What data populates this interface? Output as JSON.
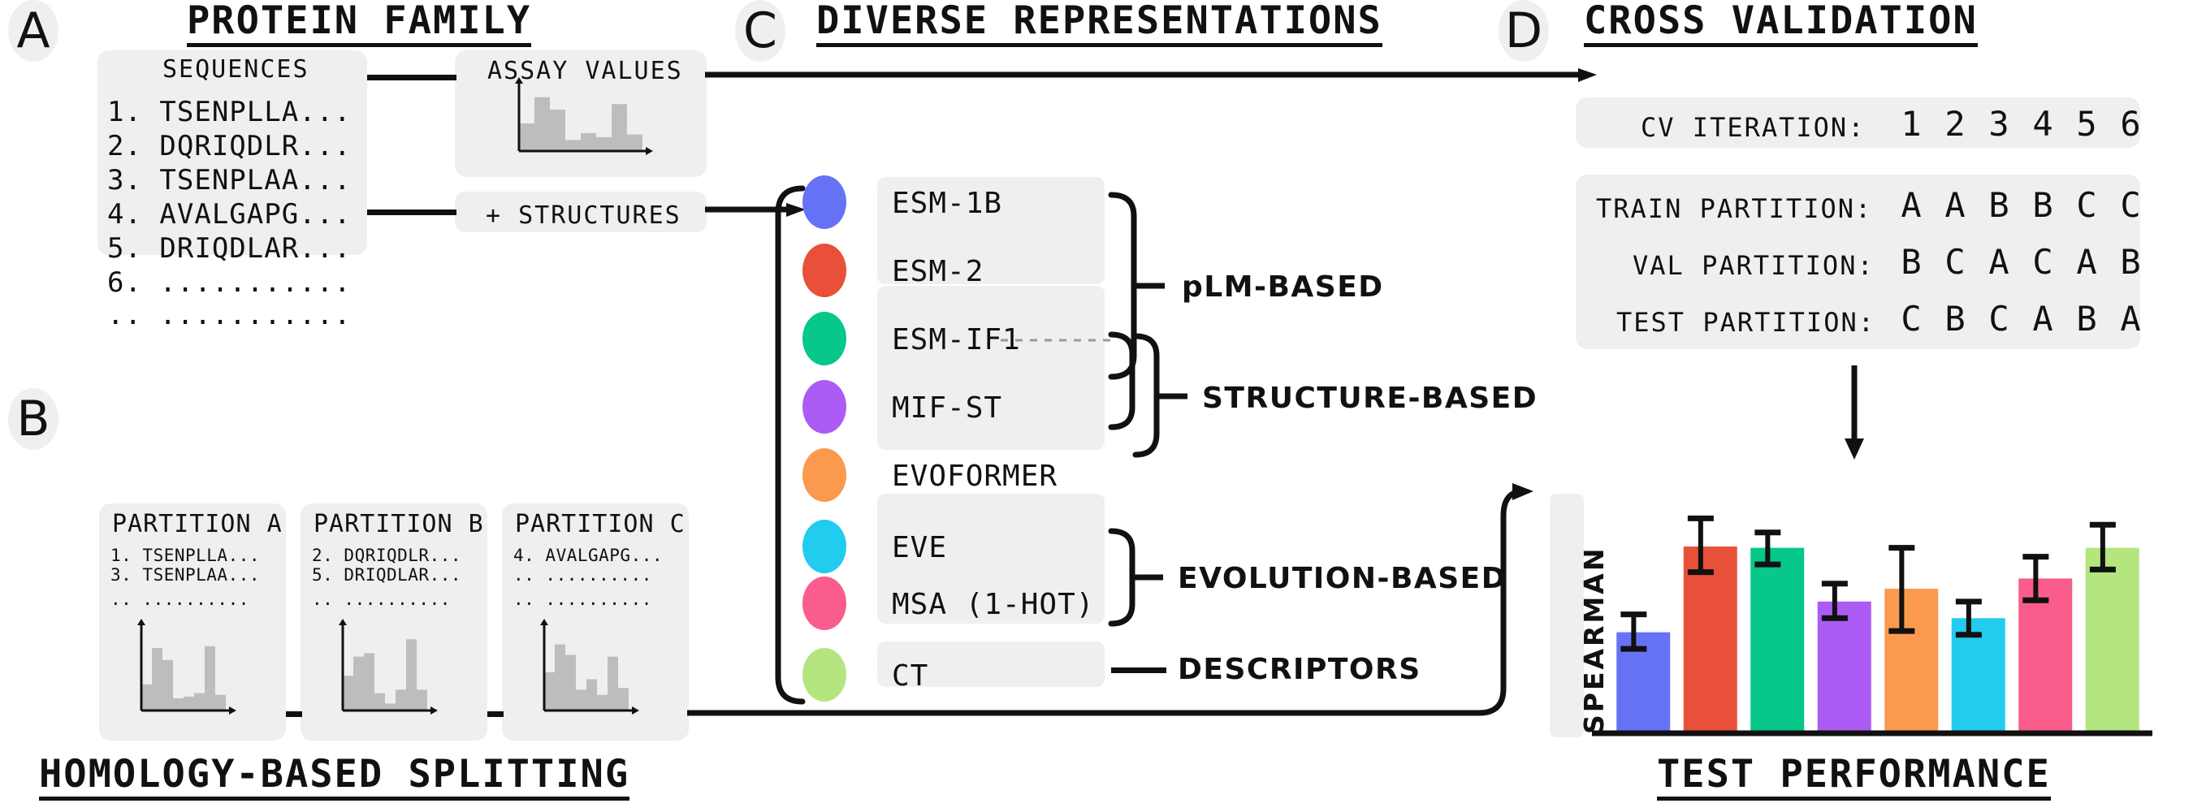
{
  "panels": {
    "a": {
      "badge": "A",
      "heading": "PROTEIN FAMILY"
    },
    "b": {
      "badge": "B",
      "caption": "HOMOLOGY-BASED SPLITTING"
    },
    "c": {
      "badge": "C",
      "heading": "DIVERSE REPRESENTATIONS"
    },
    "d": {
      "badge": "D",
      "heading": "CROSS VALIDATION",
      "caption": "TEST PERFORMANCE"
    }
  },
  "sequences_card": {
    "title": "SEQUENCES",
    "lines": [
      "1. TSENPLLA...",
      "2. DQRIQDLR...",
      "3. TSENPLAA...",
      "4. AVALGAPG...",
      "5. DRIQDLAR...",
      "6. ...........",
      ".. ..........."
    ]
  },
  "assay_card": {
    "title": "ASSAY VALUES"
  },
  "structures_card": {
    "label": "+ STRUCTURES"
  },
  "partitions": [
    {
      "title": "PARTITION A",
      "lines": [
        "1. TSENPLLA...",
        "3. TSENPLAA...",
        ".. .........."
      ],
      "hist": [
        30,
        72,
        58,
        14,
        16,
        20,
        74,
        18
      ]
    },
    {
      "title": "PARTITION B",
      "lines": [
        "2. DQRIQDLR...",
        "5. DRIQDLAR...",
        ".. .........."
      ],
      "hist": [
        40,
        62,
        66,
        20,
        8,
        24,
        82,
        24
      ]
    },
    {
      "title": "PARTITION C",
      "lines": [
        "4. AVALGAPG...",
        ".. ..........",
        ".. .........."
      ],
      "hist": [
        44,
        76,
        64,
        24,
        36,
        18,
        62,
        26
      ]
    }
  ],
  "assay_hist": [
    40,
    78,
    60,
    16,
    26,
    20,
    68,
    24
  ],
  "representations": [
    {
      "label": "ESM-1B",
      "color": "#6672F5"
    },
    {
      "label": "ESM-2",
      "color": "#E8503A"
    },
    {
      "label": "ESM-IF1",
      "color": "#07C78B"
    },
    {
      "label": "MIF-ST",
      "color": "#AC5BF5"
    },
    {
      "label": "EVOFORMER",
      "color": "#FB9A4E"
    },
    {
      "label": "EVE",
      "color": "#22CCEE"
    },
    {
      "label": "MSA (1-HOT)",
      "color": "#FA5C8C"
    },
    {
      "label": "CT",
      "color": "#B5E57F"
    }
  ],
  "representation_groups": [
    {
      "label": "pLM-BASED"
    },
    {
      "label": "STRUCTURE-BASED"
    },
    {
      "label": "EVOLUTION-BASED"
    },
    {
      "label": "DESCRIPTORS"
    }
  ],
  "cv_table": {
    "rows": [
      {
        "label": "CV ITERATION:",
        "values": [
          "1",
          "2",
          "3",
          "4",
          "5",
          "6"
        ]
      },
      {
        "label": "TRAIN PARTITION:",
        "values": [
          "A",
          "A",
          "B",
          "B",
          "C",
          "C"
        ]
      },
      {
        "label": "VAL PARTITION:",
        "values": [
          "B",
          "C",
          "A",
          "C",
          "A",
          "B"
        ]
      },
      {
        "label": "TEST PARTITION:",
        "values": [
          "C",
          "B",
          "C",
          "A",
          "B",
          "A"
        ]
      }
    ]
  },
  "chart_data": {
    "type": "bar",
    "title": "TEST PERFORMANCE",
    "ylabel": "SPEARMAN",
    "xlabel": "",
    "grid": false,
    "legend": "none",
    "ylim": [
      0,
      1
    ],
    "categories": [
      "ESM-1B",
      "ESM-2",
      "ESM-IF1",
      "MIF-ST",
      "EVOFORMER",
      "EVE",
      "MSA (1-HOT)",
      "CT"
    ],
    "colors": [
      "#6672F5",
      "#E8503A",
      "#07C78B",
      "#AC5BF5",
      "#FB9A4E",
      "#22CCEE",
      "#FA5C8C",
      "#B5E57F"
    ],
    "values": [
      0.385,
      0.72,
      0.715,
      0.505,
      0.555,
      0.44,
      0.595,
      0.715
    ],
    "err_low": [
      0.32,
      0.62,
      0.65,
      0.44,
      0.39,
      0.375,
      0.51,
      0.63
    ],
    "err_high": [
      0.455,
      0.83,
      0.775,
      0.575,
      0.715,
      0.505,
      0.68,
      0.805
    ]
  }
}
